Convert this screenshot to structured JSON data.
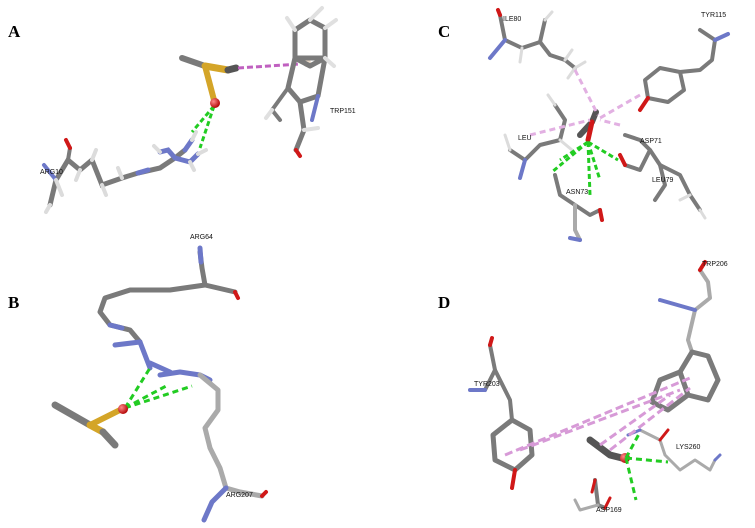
{
  "panels": {
    "a": {
      "letter": "A",
      "residues": [
        "TRP151",
        "ARG10"
      ]
    },
    "b": {
      "letter": "B",
      "residues": [
        "ARG64",
        "ARG207"
      ]
    },
    "c": {
      "letter": "C",
      "residues": [
        "ILE80",
        "TYR115",
        "ASP71",
        "LEU79",
        "ASN73",
        "LEU"
      ]
    },
    "d": {
      "letter": "D",
      "residues": [
        "TRP206",
        "TYR203",
        "LYS260",
        "ASP169"
      ]
    }
  },
  "colors": {
    "carbon": "#7a7a7a",
    "carbon_light": "#a9a9a9",
    "nitrogen": "#6d78c8",
    "oxygen": "#d01818",
    "sulfur": "#d4a528",
    "hydrogen": "#e6e6e6",
    "hbond": "#22cc22",
    "pi_interaction": "#d79ad7",
    "pi_sulfur": "#c060c0"
  }
}
